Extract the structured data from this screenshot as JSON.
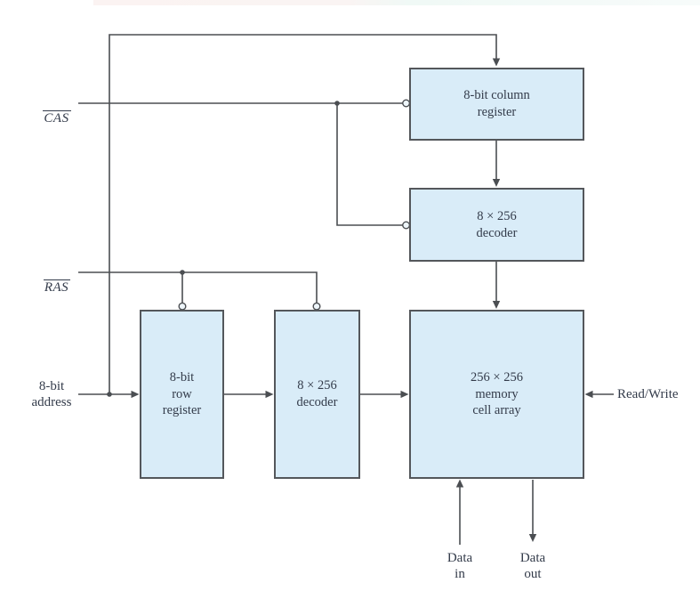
{
  "signals": {
    "cas": "CAS",
    "ras": "RAS",
    "address": "8-bit\naddress",
    "read_write": "Read/Write",
    "data_in": "Data\nin",
    "data_out": "Data\nout"
  },
  "blocks": {
    "column_register": "8-bit column\nregister",
    "column_decoder": "8 × 256\ndecoder",
    "row_register": "8-bit\nrow\nregister",
    "row_decoder": "8 × 256\ndecoder",
    "memory_array": "256 × 256\nmemory\ncell array"
  },
  "colors": {
    "block_fill": "#d9ecf8",
    "block_border": "#54575b",
    "wire": "#4b4e52",
    "text": "#333b4a"
  }
}
